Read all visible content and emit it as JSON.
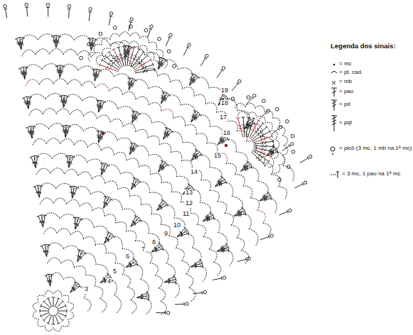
{
  "diagram": {
    "labels": [
      "Legenda dos sinais:",
      "3",
      "4",
      "5",
      "6",
      "7",
      "8",
      "9",
      "10",
      "11",
      "12",
      "13",
      "14",
      "15",
      "16",
      "17",
      "18",
      "19"
    ],
    "legend": [
      {
        "text": "= mc"
      },
      {
        "text": "= pt. cad."
      },
      {
        "text": "= mb"
      },
      {
        "text": "= pau"
      },
      {
        "text": "= pd"
      },
      {
        "text": "= pqt"
      },
      {
        "text": "= picô (3 mc, 1 mb na 1ª mc)"
      },
      {
        "text": "= 3 mc, 1 pau na 1ª mc"
      }
    ]
  }
}
